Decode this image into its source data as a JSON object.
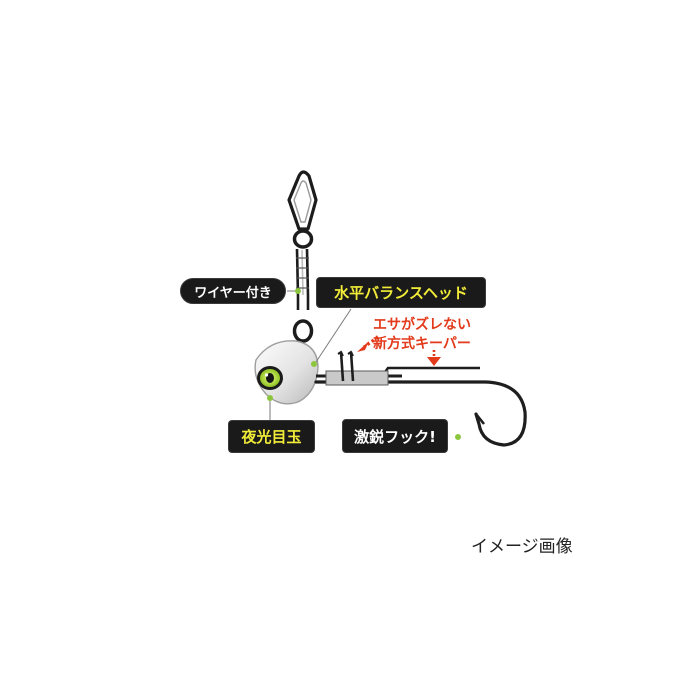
{
  "labels": {
    "wire": "ワイヤー付き",
    "head": "水平バランスヘッド",
    "eye": "夜光目玉",
    "hook": "激鋭フック!"
  },
  "feature": {
    "line1": "エサがズレない",
    "line2": "新方式キーパー"
  },
  "caption": "イメージ画像",
  "colors": {
    "label_bg": "#1a1a1a",
    "label_text_yellow": "#f1ec38",
    "label_text_white": "#ffffff",
    "accent_red": "#e23a1a",
    "pointer_dot": "#8cc63f",
    "eye_glow": "#c8f03c"
  }
}
